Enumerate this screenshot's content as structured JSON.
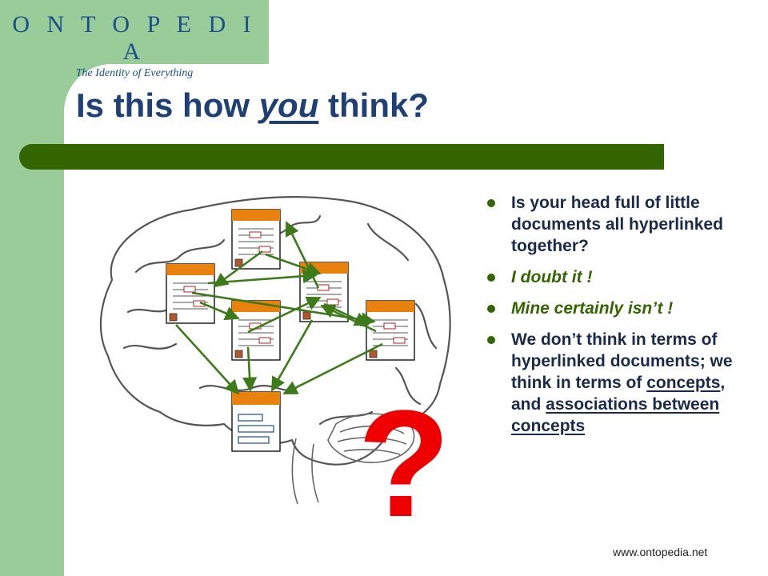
{
  "logo": {
    "title": "O N T O P E D I A",
    "subtitle": "The Identity of Everything"
  },
  "slide": {
    "title_before": "Is this how ",
    "title_emphasis": "you",
    "title_after": " think?"
  },
  "illustration": {
    "question_mark": "?"
  },
  "bullets": [
    {
      "text": "Is your head full of little documents all hyperlinked together?"
    },
    {
      "text": "I doubt it !"
    },
    {
      "text": "Mine certainly isn’t !"
    },
    {
      "text_before": "We don’t think in terms of hyperlinked documents; we think in terms of ",
      "link1": "concepts",
      "text_middle": ", and ",
      "link2": "associations between concepts"
    }
  ],
  "footer": {
    "url": "www.ontopedia.net"
  },
  "colors": {
    "band": "#99cc99",
    "title": "#1f3f77",
    "bar": "#336600",
    "accent": "#ee0000",
    "doc_header": "#e8820c"
  }
}
